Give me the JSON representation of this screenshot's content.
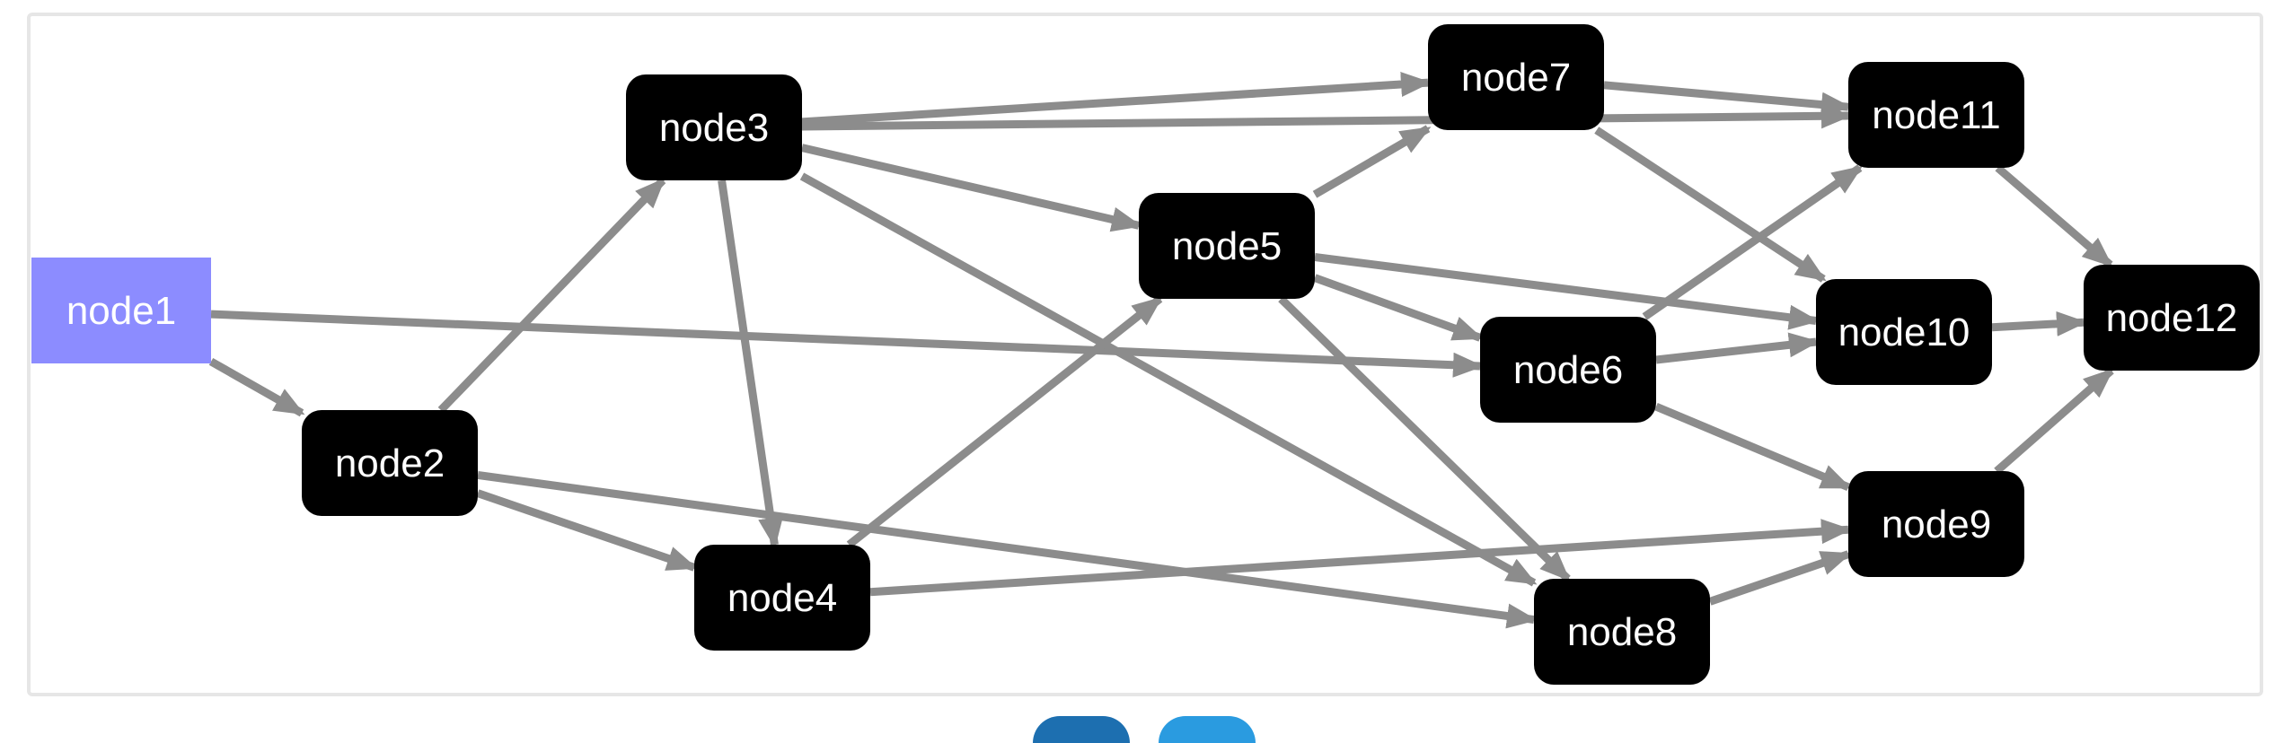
{
  "graph": {
    "nodes": [
      {
        "id": "node1",
        "label": "node1",
        "style": "selected"
      },
      {
        "id": "node2",
        "label": "node2",
        "style": "default"
      },
      {
        "id": "node3",
        "label": "node3",
        "style": "default"
      },
      {
        "id": "node4",
        "label": "node4",
        "style": "default"
      },
      {
        "id": "node5",
        "label": "node5",
        "style": "default"
      },
      {
        "id": "node6",
        "label": "node6",
        "style": "default"
      },
      {
        "id": "node7",
        "label": "node7",
        "style": "default"
      },
      {
        "id": "node8",
        "label": "node8",
        "style": "default"
      },
      {
        "id": "node9",
        "label": "node9",
        "style": "default"
      },
      {
        "id": "node10",
        "label": "node10",
        "style": "default"
      },
      {
        "id": "node11",
        "label": "node11",
        "style": "default"
      },
      {
        "id": "node12",
        "label": "node12",
        "style": "default"
      }
    ],
    "edges": [
      {
        "from": "node1",
        "to": "node2"
      },
      {
        "from": "node1",
        "to": "node6"
      },
      {
        "from": "node2",
        "to": "node3"
      },
      {
        "from": "node2",
        "to": "node4"
      },
      {
        "from": "node2",
        "to": "node8"
      },
      {
        "from": "node3",
        "to": "node7"
      },
      {
        "from": "node3",
        "to": "node11"
      },
      {
        "from": "node3",
        "to": "node5"
      },
      {
        "from": "node3",
        "to": "node4"
      },
      {
        "from": "node3",
        "to": "node8"
      },
      {
        "from": "node4",
        "to": "node5"
      },
      {
        "from": "node4",
        "to": "node9"
      },
      {
        "from": "node5",
        "to": "node7"
      },
      {
        "from": "node5",
        "to": "node10"
      },
      {
        "from": "node5",
        "to": "node6"
      },
      {
        "from": "node5",
        "to": "node8"
      },
      {
        "from": "node6",
        "to": "node11"
      },
      {
        "from": "node6",
        "to": "node10"
      },
      {
        "from": "node6",
        "to": "node9"
      },
      {
        "from": "node7",
        "to": "node11"
      },
      {
        "from": "node7",
        "to": "node10"
      },
      {
        "from": "node8",
        "to": "node9"
      },
      {
        "from": "node9",
        "to": "node12"
      },
      {
        "from": "node10",
        "to": "node12"
      },
      {
        "from": "node11",
        "to": "node12"
      }
    ]
  },
  "colors": {
    "node_fill": "#000000",
    "node_text": "#ffffff",
    "selected_fill": "#8c8cff",
    "edge": "#8c8c8c",
    "frame_border": "#e6e6e6",
    "widget_dark": "#1d6fb0",
    "widget_light": "#2a9be0"
  }
}
